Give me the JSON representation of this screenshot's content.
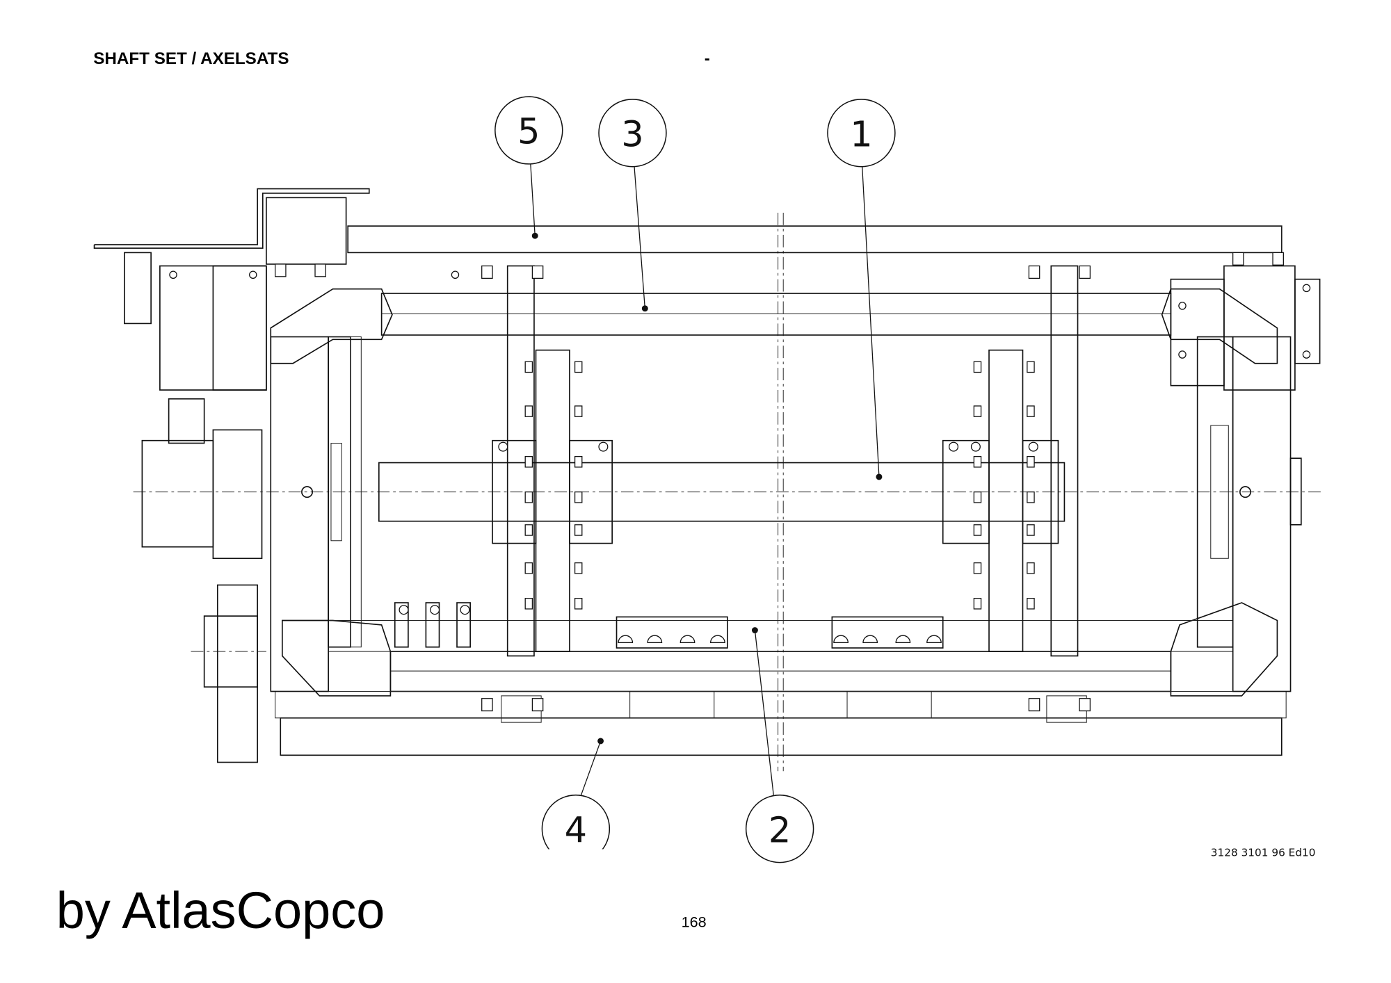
{
  "header": {
    "title": "SHAFT SET / AXELSATS",
    "dash": "-"
  },
  "drawing": {
    "balloons": [
      {
        "label": "5"
      },
      {
        "label": "3"
      },
      {
        "label": "1"
      },
      {
        "label": "4"
      },
      {
        "label": "2"
      }
    ],
    "document_number": "3128 3101 96  Ed10"
  },
  "footer": {
    "brand": "by AtlasCopco",
    "page_number": "168"
  }
}
